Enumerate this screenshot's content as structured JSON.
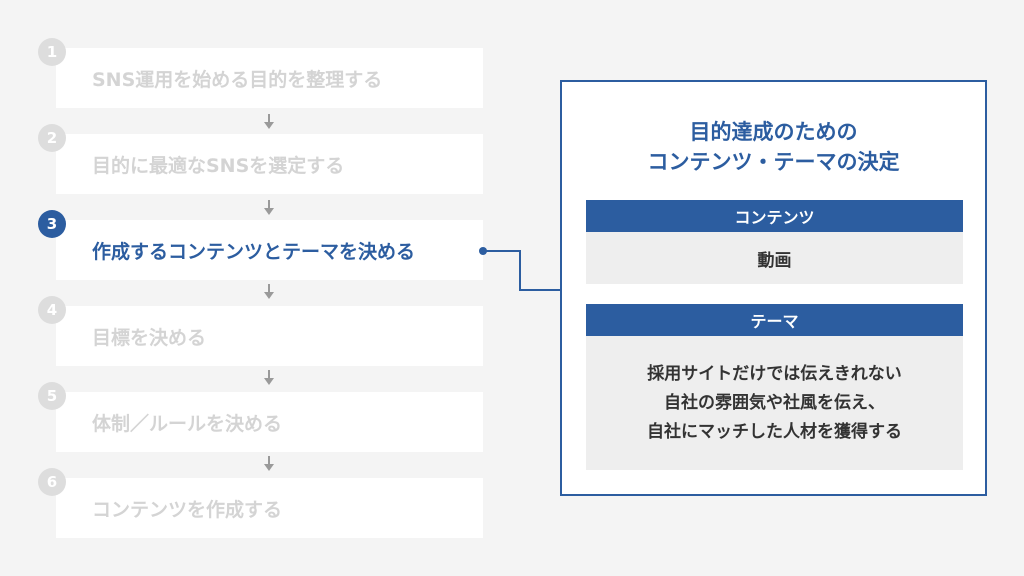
{
  "steps": [
    {
      "number": "1",
      "label": "SNS運用を始める目的を整理する"
    },
    {
      "number": "2",
      "label": "目的に最適なSNSを選定する"
    },
    {
      "number": "3",
      "label": "作成するコンテンツとテーマを決める"
    },
    {
      "number": "4",
      "label": "目標を決める"
    },
    {
      "number": "5",
      "label": "体制／ルールを決める"
    },
    {
      "number": "6",
      "label": "コンテンツを作成する"
    }
  ],
  "active_step": "3",
  "panel": {
    "title_line1": "目的達成のための",
    "title_line2": "コンテンツ・テーマの決定",
    "content_header": "コンテンツ",
    "content_value": "動画",
    "theme_header": "テーマ",
    "theme_lines": [
      "採用サイトだけでは伝えきれない",
      "自社の雰囲気や社風を伝え、",
      "自社にマッチした人材を獲得する"
    ]
  },
  "colors": {
    "accent": "#2c5da0",
    "inactive_text": "#d4d4d4",
    "inactive_circle": "#dddddd",
    "background": "#f4f4f4",
    "section_body": "#eeeeee"
  }
}
